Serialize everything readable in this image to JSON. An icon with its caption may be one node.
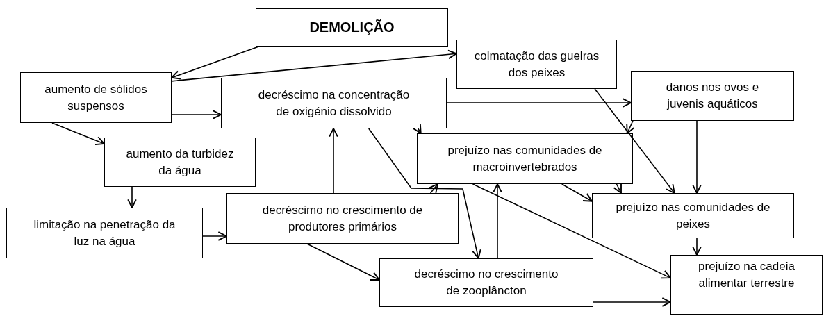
{
  "diagram": {
    "nodes": [
      {
        "text": [
          "DEMOLIÇÃO"
        ]
      },
      {
        "text": [
          "colmatação das guelras dos peixes"
        ]
      },
      {
        "text": [
          "aumento de sólidos suspensos"
        ]
      },
      {
        "text": [
          "decréscimo na concentração de oxigénio dissolvido"
        ]
      },
      {
        "text": [
          "danos nos ovos e juvenis aquáticos"
        ]
      },
      {
        "text": [
          "aumento da turbidez da água"
        ]
      },
      {
        "text": [
          "prejuízo nas comunidades de macroinvertebrados"
        ]
      },
      {
        "text": [
          "limitação na penetração da luz na água"
        ]
      },
      {
        "text": [
          "decréscimo no crescimento de produtores primários"
        ]
      },
      {
        "text": [
          "prejuízo nas comunidades de peixes"
        ]
      },
      {
        "text": [
          "decréscimo no crescimento de zooplâncton"
        ]
      },
      {
        "text": [
          "prejuízo na cadeia alimentar terrestre"
        ]
      }
    ],
    "edges": [
      {
        "from": 0,
        "to": 2,
        "arrow": "to"
      },
      {
        "from": 2,
        "to": 1,
        "arrow": "to"
      },
      {
        "from": 2,
        "to": 3,
        "arrow": "to"
      },
      {
        "from": 2,
        "to": 5,
        "arrow": "to"
      },
      {
        "from": 5,
        "to": 7,
        "arrow": "to"
      },
      {
        "from": 7,
        "to": 8,
        "arrow": "to"
      },
      {
        "from": 8,
        "to": 3,
        "arrow": "to"
      },
      {
        "from": 8,
        "to": 6,
        "arrow": "to"
      },
      {
        "from": 8,
        "to": 10,
        "arrow": "to"
      },
      {
        "from": 3,
        "to": 4,
        "arrow": "to"
      },
      {
        "from": 3,
        "to": 6,
        "arrow": "to"
      },
      {
        "from": 3,
        "to": 10,
        "arrow": "to"
      },
      {
        "from": 1,
        "to": 9,
        "arrow": "to"
      },
      {
        "from": 4,
        "to": 6,
        "arrow": "to"
      },
      {
        "from": 4,
        "to": 9,
        "arrow": "to"
      },
      {
        "from": 6,
        "to": 9,
        "arrow": "to"
      },
      {
        "from": 6,
        "to": 9,
        "arrow": "to"
      },
      {
        "from": 6,
        "to": 11,
        "arrow": "to"
      },
      {
        "from": 10,
        "to": 6,
        "arrow": "to"
      },
      {
        "from": 9,
        "to": 11,
        "arrow": "to"
      },
      {
        "from": 10,
        "to": 11,
        "arrow": "to"
      }
    ]
  }
}
